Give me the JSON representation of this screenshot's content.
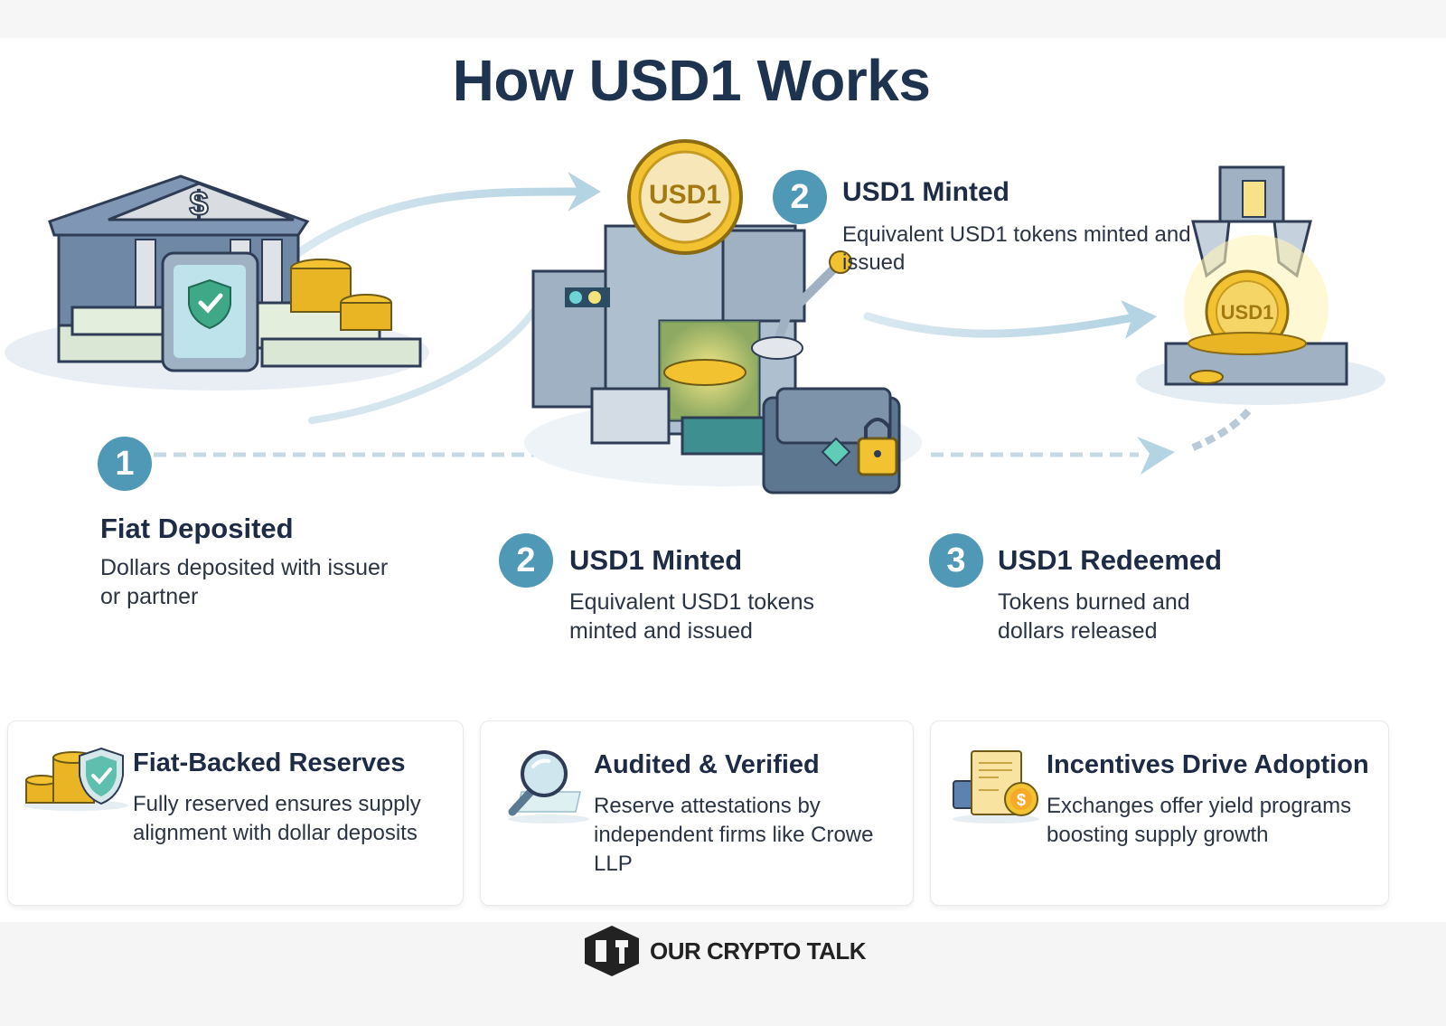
{
  "title": "How USD1 Works",
  "flow": {
    "top_callout": {
      "number": "2",
      "title": "USD1 Minted",
      "description": "Equivalent USD1 tokens minted and issued"
    },
    "steps": [
      {
        "number": "1",
        "title": "Fiat Deposited",
        "description": "Dollars deposited with issuer or partner"
      },
      {
        "number": "2",
        "title": "USD1 Minted",
        "description": "Equivalent USD1 tokens minted and issued"
      },
      {
        "number": "3",
        "title": "USD1 Redeemed",
        "description": "Tokens burned and dollars released"
      }
    ],
    "illustrations": {
      "bank_symbol": "$",
      "mint_coin_label": "USD1",
      "redeem_coin_label": "USD1"
    }
  },
  "features": [
    {
      "icon": "coins-shield-icon",
      "title": "Fiat-Backed Reserves",
      "description": "Fully reserved ensures supply alignment with dollar deposits"
    },
    {
      "icon": "magnifier-icon",
      "title": "Audited & Verified",
      "description": "Reserve attestations by independent firms like Crowe LLP"
    },
    {
      "icon": "document-coin-icon",
      "title": "Incentives Drive Adoption",
      "description": "Exchanges offer yield programs boosting supply growth"
    }
  ],
  "footer": {
    "brand": "OUR CRYPTO TALK"
  },
  "colors": {
    "title": "#1e3350",
    "badge": "#4f98b6",
    "arrow": "#b9d6e4",
    "gold": "#f2c230",
    "steel": "#8aa2b8"
  }
}
